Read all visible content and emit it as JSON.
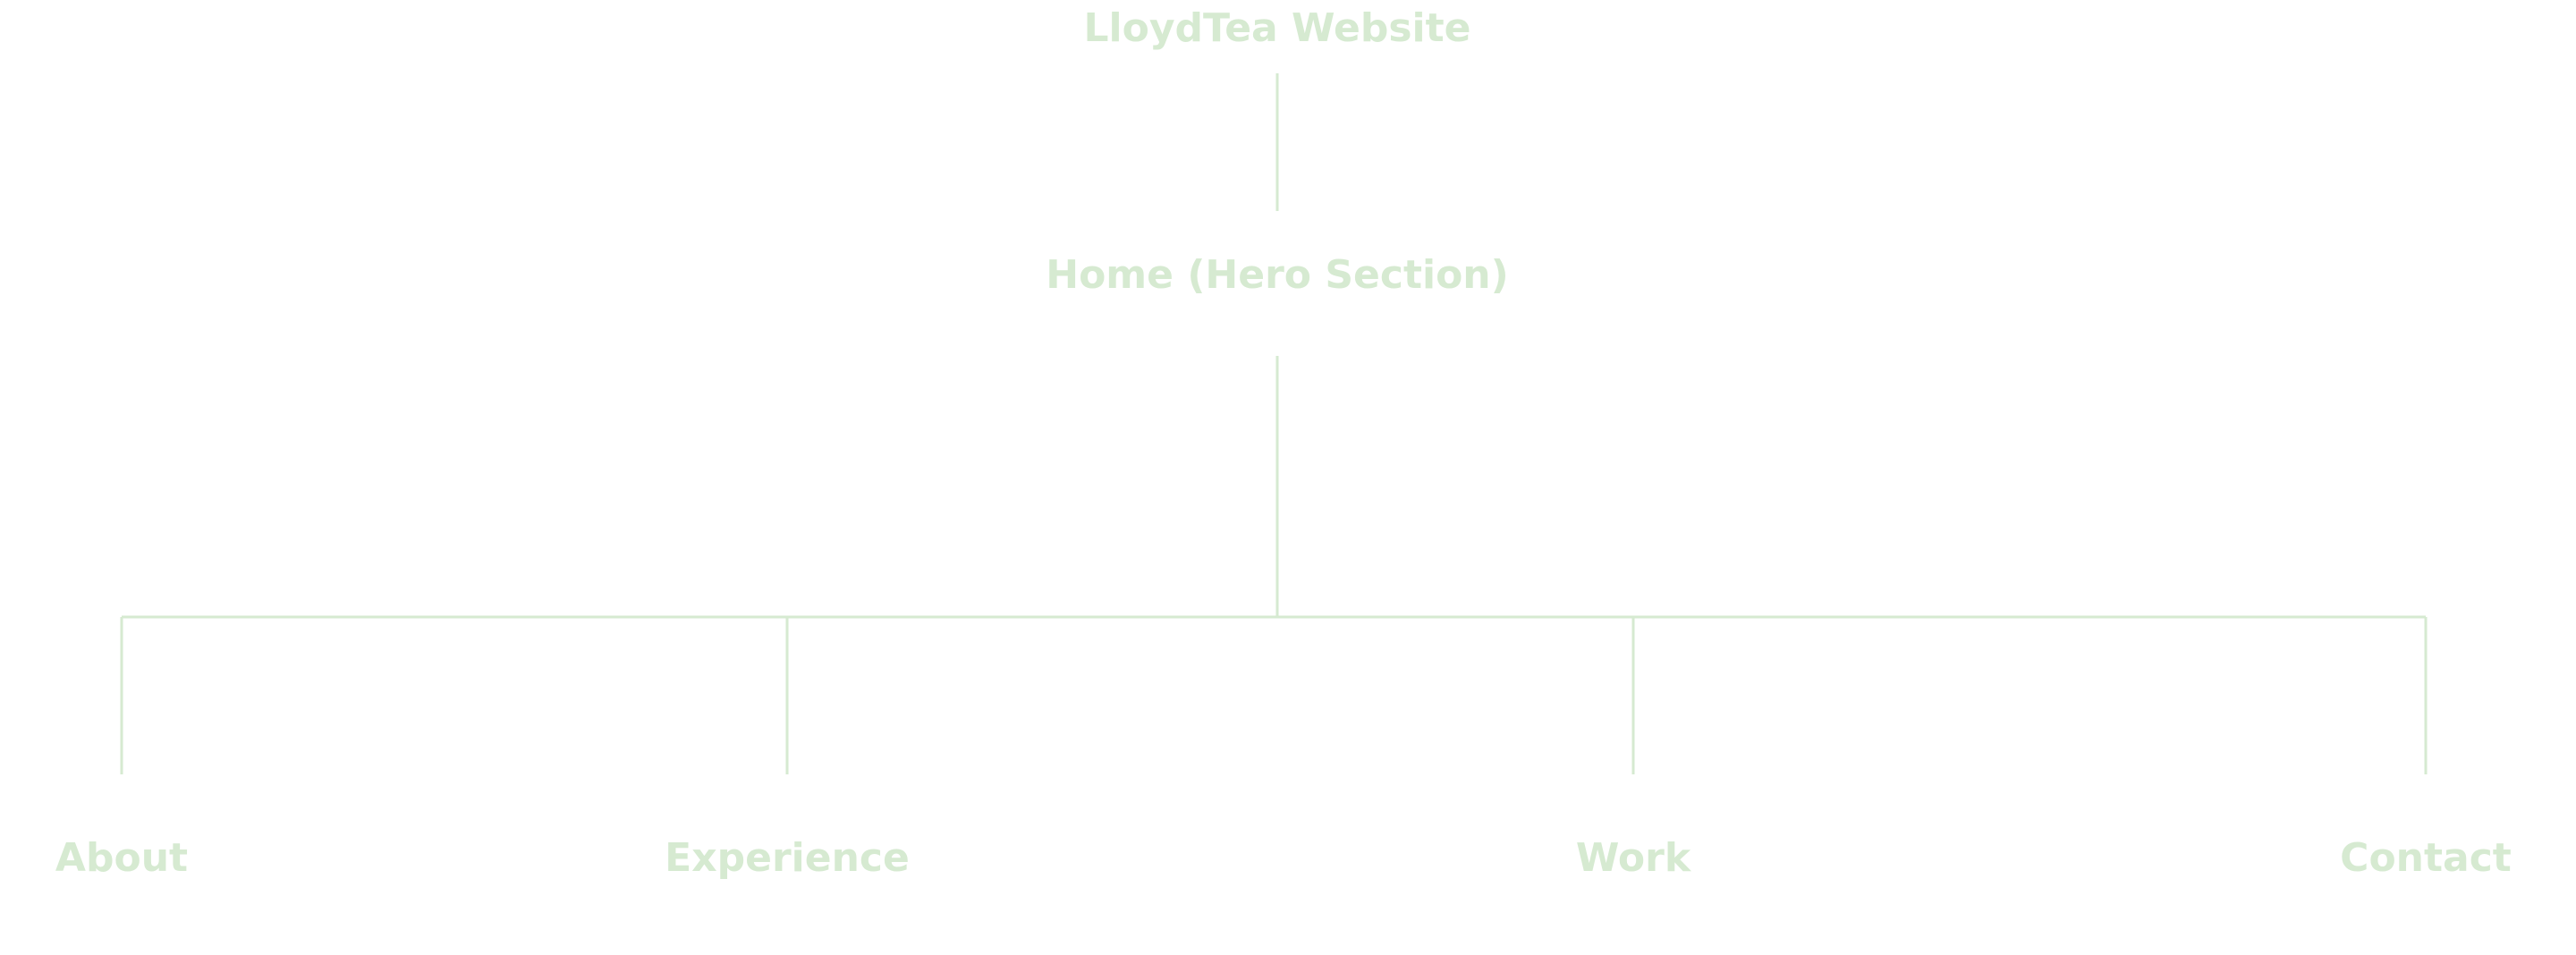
{
  "sitemap": {
    "root": "LloydTea Website",
    "home": "Home (Hero Section)",
    "children": [
      "About",
      "Experience",
      "Work",
      "Contact"
    ]
  },
  "colors": {
    "node_text": "#d6ead1",
    "connector": "#d6ead1",
    "background": "#ffffff"
  }
}
